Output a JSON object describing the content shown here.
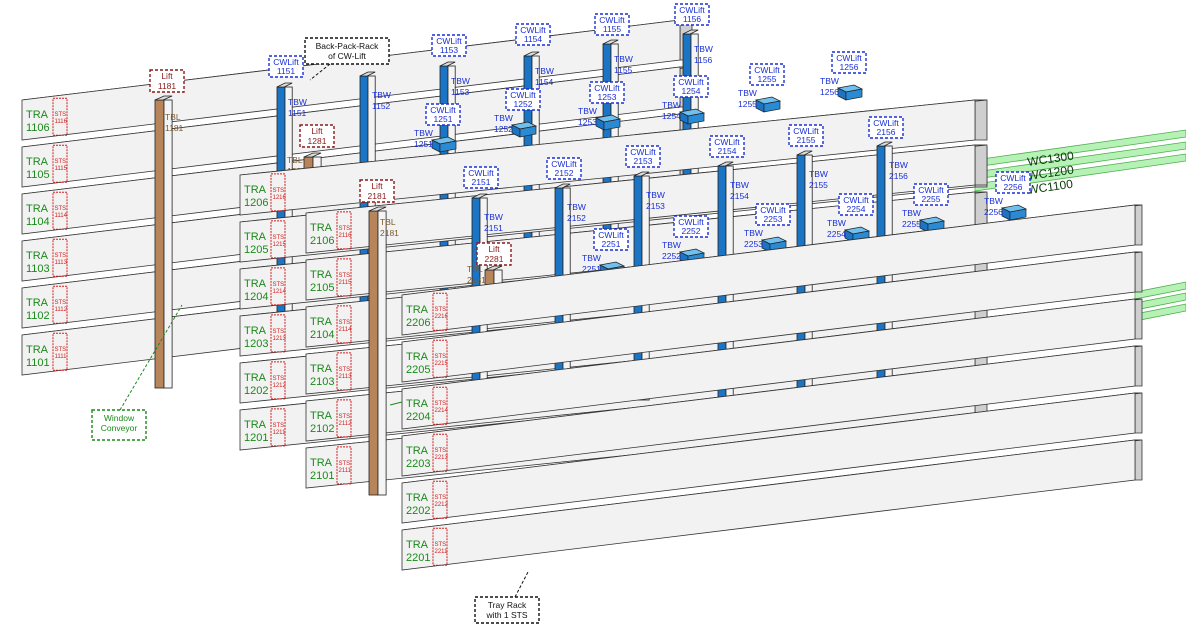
{
  "racks": [
    {
      "id": "R11",
      "levels": [
        "1106",
        "1105",
        "1104",
        "1103",
        "1102",
        "1101"
      ],
      "sts": [
        "1116",
        "1115",
        "1114",
        "1113",
        "1112",
        "1111"
      ],
      "lift": {
        "label": "Lift",
        "num": "1181",
        "tbl": "TBL",
        "tbl_num": "1181"
      },
      "back_lift": {
        "label": "Lift",
        "num": "1281",
        "tbl": "TBL",
        "tbl_num": "1281"
      },
      "cw_back": [
        {
          "cw": "CWLift",
          "num": "1151",
          "tbw": "TBW",
          "tbw_num": "1151"
        },
        {
          "cw": "CWLift",
          "num": "1153",
          "tbw": "TBW",
          "tbw_num": "1153"
        },
        {
          "cw": "CWLift",
          "num": "1154",
          "tbw": "TBW",
          "tbw_num": "1154"
        },
        {
          "cw": "CWLift",
          "num": "1155",
          "tbw": "TBW",
          "tbw_num": "1155"
        },
        {
          "cw": "CWLift",
          "num": "1156",
          "tbw": "TBW",
          "tbw_num": "1156"
        }
      ],
      "tbw_plain": {
        "tbw": "TBW",
        "tbw_num": "1152"
      },
      "cw_front": [
        {
          "cw": "CWLift",
          "num": "1251",
          "tbw": "TBW",
          "tbw_num": "1251"
        },
        {
          "cw": "CWLift",
          "num": "1252",
          "tbw": "TBW",
          "tbw_num": "1252"
        },
        {
          "cw": "CWLift",
          "num": "1253",
          "tbw": "TBW",
          "tbw_num": "1253"
        },
        {
          "cw": "CWLift",
          "num": "1254",
          "tbw": "TBW",
          "tbw_num": "1254"
        },
        {
          "cw": "CWLift",
          "num": "1255",
          "tbw": "TBW",
          "tbw_num": "1255"
        },
        {
          "cw": "CWLift",
          "num": "1256",
          "tbw": "TBW",
          "tbw_num": "1256"
        }
      ]
    },
    {
      "id": "R12",
      "levels": [
        "1206",
        "1205",
        "1204",
        "1203",
        "1202",
        "1201"
      ],
      "sts": [
        "1216",
        "1215",
        "1214",
        "1213",
        "1212",
        "1211"
      ]
    },
    {
      "id": "R21",
      "levels": [
        "2106",
        "2105",
        "2104",
        "2103",
        "2102",
        "2101"
      ],
      "sts": [
        "2116",
        "2115",
        "2114",
        "2113",
        "2112",
        "2111"
      ],
      "lift": {
        "label": "Lift",
        "num": "2181",
        "tbl": "TBL",
        "tbl_num": "2181"
      },
      "back_lift": {
        "label": "Lift",
        "num": "2281",
        "tbl": "TBL",
        "tbl_num": "2281"
      },
      "cw_back": [
        {
          "cw": "CWLift",
          "num": "2151",
          "tbw": "TBW",
          "tbw_num": "2151"
        },
        {
          "cw": "CWLift",
          "num": "2152",
          "tbw": "TBW",
          "tbw_num": "2152"
        },
        {
          "cw": "CWLift",
          "num": "2153",
          "tbw": "TBW",
          "tbw_num": "2153"
        },
        {
          "cw": "CWLift",
          "num": "2154",
          "tbw": "TBW",
          "tbw_num": "2154"
        },
        {
          "cw": "CWLift",
          "num": "2155",
          "tbw": "TBW",
          "tbw_num": "2155"
        },
        {
          "cw": "CWLift",
          "num": "2156",
          "tbw": "TBW",
          "tbw_num": "2156"
        }
      ],
      "cw_front": [
        {
          "cw": "CWLift",
          "num": "2251",
          "tbw": "TBW",
          "tbw_num": "2251"
        },
        {
          "cw": "CWLift",
          "num": "2252",
          "tbw": "TBW",
          "tbw_num": "2252"
        },
        {
          "cw": "CWLift",
          "num": "2253",
          "tbw": "TBW",
          "tbw_num": "2253"
        },
        {
          "cw": "CWLift",
          "num": "2254",
          "tbw": "TBW",
          "tbw_num": "2254"
        },
        {
          "cw": "CWLift",
          "num": "2255",
          "tbw": "TBW",
          "tbw_num": "2255"
        },
        {
          "cw": "CWLift",
          "num": "2256",
          "tbw": "TBW",
          "tbw_num": "2256"
        }
      ]
    },
    {
      "id": "R22",
      "levels": [
        "2206",
        "2205",
        "2204",
        "2203",
        "2202",
        "2201"
      ],
      "sts": [
        "2216",
        "2215",
        "2214",
        "2213",
        "2212",
        "2211"
      ]
    }
  ],
  "labels": {
    "tra": "TRA",
    "sts": "STS",
    "back_pack_rack": [
      "Back-Pack-Rack",
      "of CW-Lift"
    ],
    "window_conveyor": [
      "Window",
      "Conveyor"
    ],
    "tray_rack": [
      "Tray Rack",
      "with 1 STS"
    ]
  },
  "wc": [
    "WC1300",
    "WC1200",
    "WC1100"
  ],
  "colors": {
    "tra_text": "#1a8a1a",
    "sts": "#d21e1e",
    "cw": "#1a2fd6",
    "lift": "#8b1a1a",
    "shaft_blue": "#1c74c4",
    "shaft_brown": "#b8855a",
    "wc_green": "#b6f2b6",
    "rack_top": "#c8c8c8",
    "rack_front": "#f2f2f2"
  }
}
